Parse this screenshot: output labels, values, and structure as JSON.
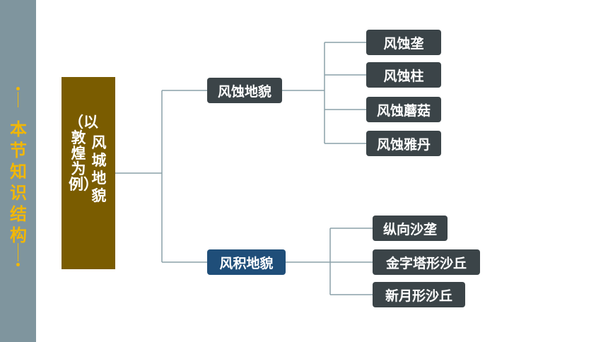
{
  "sidebar": {
    "title": "本节知识结构"
  },
  "root": {
    "title": "风城地貌",
    "subtitle": "（以敦煌为例）"
  },
  "branches": [
    {
      "label": "风蚀地貌",
      "children": [
        "风蚀垄",
        "风蚀柱",
        "风蚀蘑菇",
        "风蚀雅丹"
      ]
    },
    {
      "label": "风积地貌",
      "children": [
        "纵向沙垄",
        "金字塔形沙丘",
        "新月形沙丘"
      ]
    }
  ],
  "colors": {
    "sidebar": "#7f959e",
    "accent": "#f2b705",
    "root": "#7a5c00",
    "node_dark": "#3b4448",
    "node_blue": "#1f4e79",
    "line": "#8aa0a8"
  }
}
